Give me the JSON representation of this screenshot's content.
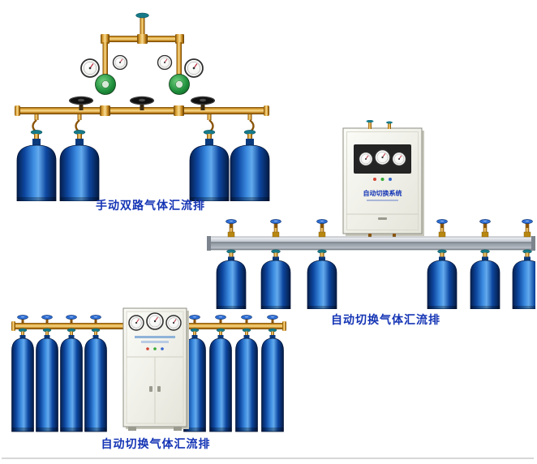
{
  "page": {
    "background": "#ffffff"
  },
  "products": [
    {
      "caption": "手动双路气体汇流排",
      "cylinders": 4
    },
    {
      "caption": "自动切换气体汇流排",
      "cabinet_label": "自动切换系统",
      "cylinders": 6
    },
    {
      "caption": "自动切换气体汇流排",
      "cylinders": 8
    }
  ],
  "colors": {
    "caption_text": "#1535b5",
    "brass": "#c8861a",
    "cylinder_blue": "#1e5fc0",
    "regulator_green": "#1f8f3c",
    "cabinet": "#f2f2ea",
    "rail_silver": "#aeb5bd",
    "valve_teal": "#157a8a",
    "handwheel_blue": "#2f6fd6"
  }
}
